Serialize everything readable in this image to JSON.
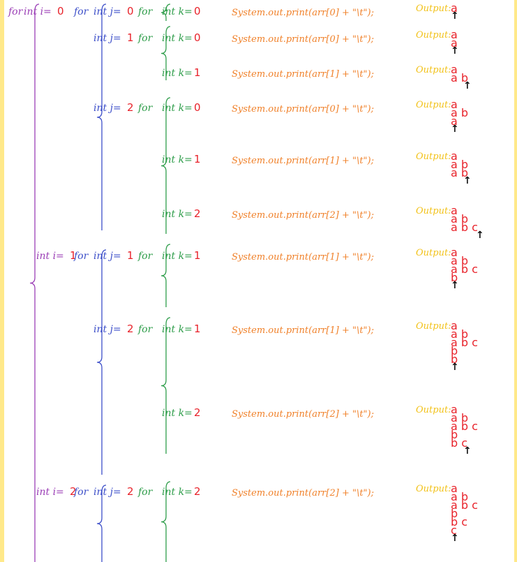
{
  "colors": {
    "frame": "#ffe98a",
    "i_loop": "#9b3fb6",
    "j_loop": "#3d4fc9",
    "k_loop": "#2e9d4a",
    "value": "#e8232b",
    "code": "#f0812a",
    "output_label": "#f2c21a"
  },
  "labels": {
    "for": "for",
    "int_i": "int i=",
    "int_j": "int j=",
    "int_k": "int k=",
    "output": "Output:",
    "arrow": "↑"
  },
  "steps": [
    {
      "i": "0",
      "j": "0",
      "k": "0",
      "code": "System.out.print(arr[0] + \"\\t\");",
      "output": [
        "a"
      ]
    },
    {
      "j": "1",
      "k": "0",
      "code": "System.out.print(arr[0] + \"\\t\");",
      "output": [
        "a",
        "a"
      ]
    },
    {
      "k": "1",
      "code": "System.out.print(arr[1] + \"\\t\");",
      "output": [
        "a",
        "a b"
      ]
    },
    {
      "j": "2",
      "k": "0",
      "code": "System.out.print(arr[0] + \"\\t\");",
      "output": [
        "a",
        "a b",
        "a"
      ]
    },
    {
      "k": "1",
      "code": "System.out.print(arr[1] + \"\\t\");",
      "output": [
        "a",
        "a b",
        "a b"
      ]
    },
    {
      "k": "2",
      "code": "System.out.print(arr[2] + \"\\t\");",
      "output": [
        "a",
        "a b",
        "a b c"
      ]
    },
    {
      "i": "1",
      "j": "1",
      "k": "1",
      "code": "System.out.print(arr[1] + \"\\t\");",
      "output": [
        "a",
        "a b",
        "a b c",
        "b"
      ]
    },
    {
      "j": "2",
      "k": "1",
      "code": "System.out.print(arr[1] + \"\\t\");",
      "output": [
        "a",
        "a b",
        "a b c",
        "b",
        "b"
      ]
    },
    {
      "k": "2",
      "code": "System.out.print(arr[2] + \"\\t\");",
      "output": [
        "a",
        "a b",
        "a b c",
        "b",
        "b c"
      ]
    },
    {
      "i": "2",
      "j": "2",
      "k": "2",
      "code": "System.out.print(arr[2] + \"\\t\");",
      "output": [
        "a",
        "a b",
        "a b c",
        "b",
        "b c",
        "c"
      ]
    }
  ]
}
